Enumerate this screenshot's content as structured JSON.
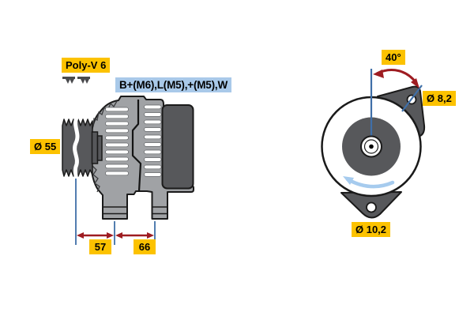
{
  "diagram_title": "alternator-technical-drawing",
  "colors": {
    "label_yellow": "#fcc200",
    "label_blue": "#a9c9e9",
    "body_gray": "#a0a2a5",
    "dark_gray": "#57585b",
    "outline_black": "#1a1a1a",
    "dimension_line_blue": "#3f6fa8",
    "dimension_arrow_red": "#9e1c21",
    "rotation_arrow_blue": "#a6cbee",
    "background": "#ffffff"
  },
  "side_view": {
    "belt_type_label": "Poly-V 6",
    "terminals_label": "B+(M6),L(M5),+(M5),W",
    "pulley_diameter_label": "Ø 55",
    "dim_pulley_to_mount": "57",
    "dim_mount_span": "66"
  },
  "front_view": {
    "mount_angle_label": "40°",
    "top_hole_diameter_label": "Ø 8,2",
    "bottom_hole_diameter_label": "Ø 10,2"
  }
}
